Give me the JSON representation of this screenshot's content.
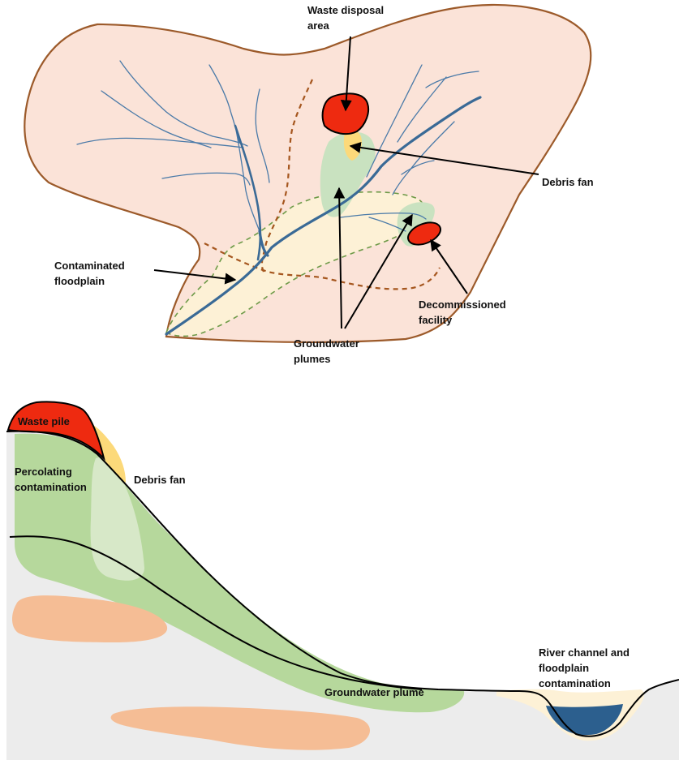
{
  "top_map": {
    "labels": {
      "waste_disposal_area": [
        "Waste disposal",
        "area"
      ],
      "debris_fan": [
        "Debris fan"
      ],
      "contaminated_floodplain": [
        "Contaminated",
        "floodplain"
      ],
      "decommissioned_facility": [
        "Decommissioned",
        "facility"
      ],
      "groundwater_plumes": [
        "Groundwater",
        "plumes"
      ]
    }
  },
  "cross_section": {
    "labels": {
      "waste_pile": [
        "Waste pile"
      ],
      "percolating_contamination": [
        "Percolating",
        "contamination"
      ],
      "debris_fan": [
        "Debris fan"
      ],
      "groundwater_plume": [
        "Groundwater plume"
      ],
      "river_channel": [
        "River channel and",
        "floodplain",
        "contamination"
      ]
    }
  },
  "colors": {
    "catchment_fill": "#fbe3d8",
    "catchment_outline": "#9c5a2a",
    "river": "#3a6a96",
    "stream": "#4a7aa8",
    "floodplain_fill": "#fdf1d6",
    "floodplain_outline": "#6e9a48",
    "plume_fill": "#c9e2c0",
    "debris_fan": "#fcd97a",
    "waste": "#ee2a10",
    "ground": "#ececec",
    "groundwater_plume": "#b6d89c",
    "percolating_light": "#d7e8c8",
    "orange_lens": "#f5bd95",
    "water": "#2c5f8e",
    "boundary_dashed": "#a5561e"
  }
}
